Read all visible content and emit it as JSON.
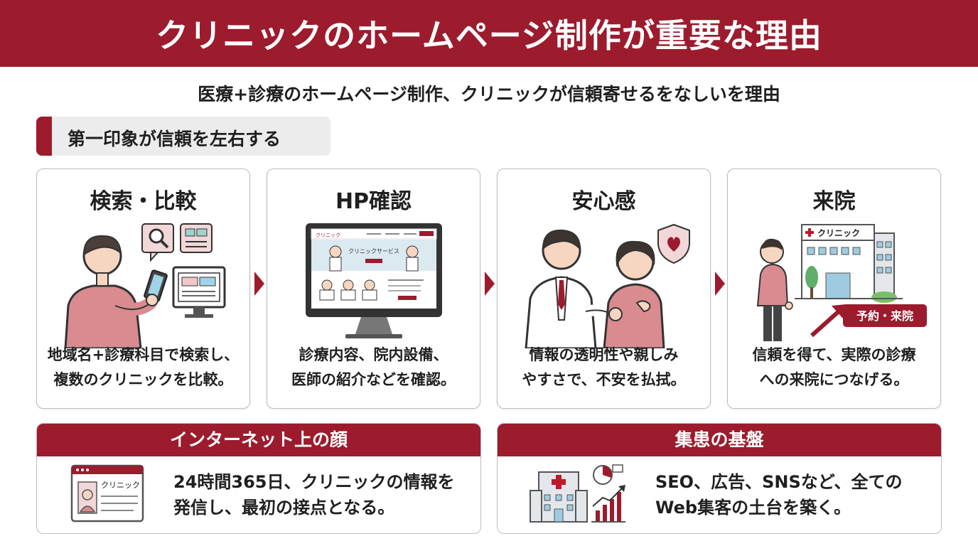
{
  "header": {
    "title": "クリニックのホームページ制作が重要な理由"
  },
  "subtitle": "医療+診療のホームページ制作、クリニックが信頼寄せるをなしいを理由",
  "section": {
    "label": "第一印象が信頼を左右する"
  },
  "steps": [
    {
      "title": "検索・比較",
      "line1": "地域名+診療科目で検索し、",
      "line2": "複数のクリニックを比較。",
      "icon": "person-searching-phone-icon"
    },
    {
      "title": "HP確認",
      "line1": "診療内容、院内設備、",
      "line2": "医師の紹介などを確認。",
      "icon": "monitor-website-icon",
      "screen": {
        "logo": "クリニック",
        "hero": "クリニックサービス"
      }
    },
    {
      "title": "安心感",
      "line1": "情報の透明性や親しみ",
      "line2": "やすさで、不安を払拭。",
      "icon": "doctor-handshake-icon"
    },
    {
      "title": "来院",
      "line1": "信頼を得て、実際の診療",
      "line2": "への来院につなげる。",
      "icon": "clinic-building-visit-icon",
      "sign": "クリニック",
      "badge": "予約・来院"
    }
  ],
  "panels": [
    {
      "title": "インターネット上の顔",
      "line1": "24時間365日、クリニックの情報を",
      "line2": "発信し、最初の接点となる。",
      "card_label": "クリニック"
    },
    {
      "title": "集患の基盤",
      "line1": "SEO、広告、SNSなど、全ての",
      "line2": "Web集客の土台を築く。"
    }
  ],
  "colors": {
    "accent": "#9c1b2d",
    "card_border": "#bdbdbd",
    "pill_bg": "#ececec",
    "skin": "#f6d6c1",
    "sweater": "#d98b8f"
  }
}
